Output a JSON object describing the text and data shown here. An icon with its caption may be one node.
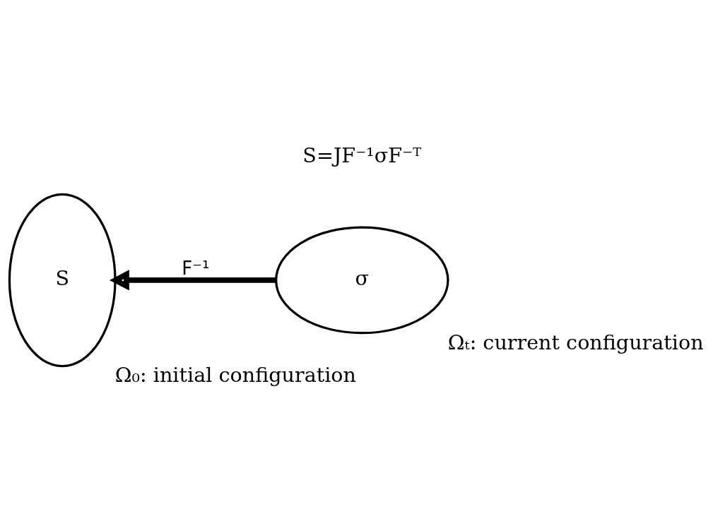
{
  "diagram": {
    "nodes": [
      {
        "text": [
          "S"
        ],
        "beside": [
          "Ω₀: initial configuration"
        ]
      },
      {
        "text": [
          "σ"
        ],
        "beside": [
          "Ωₜ: current configuration"
        ]
      }
    ],
    "edges": [
      {
        "from": 1,
        "to": 0,
        "arrow": "to",
        "label": "F⁻¹"
      }
    ],
    "labels": [
      "S=JF⁻¹σF⁻ᵀ"
    ]
  }
}
